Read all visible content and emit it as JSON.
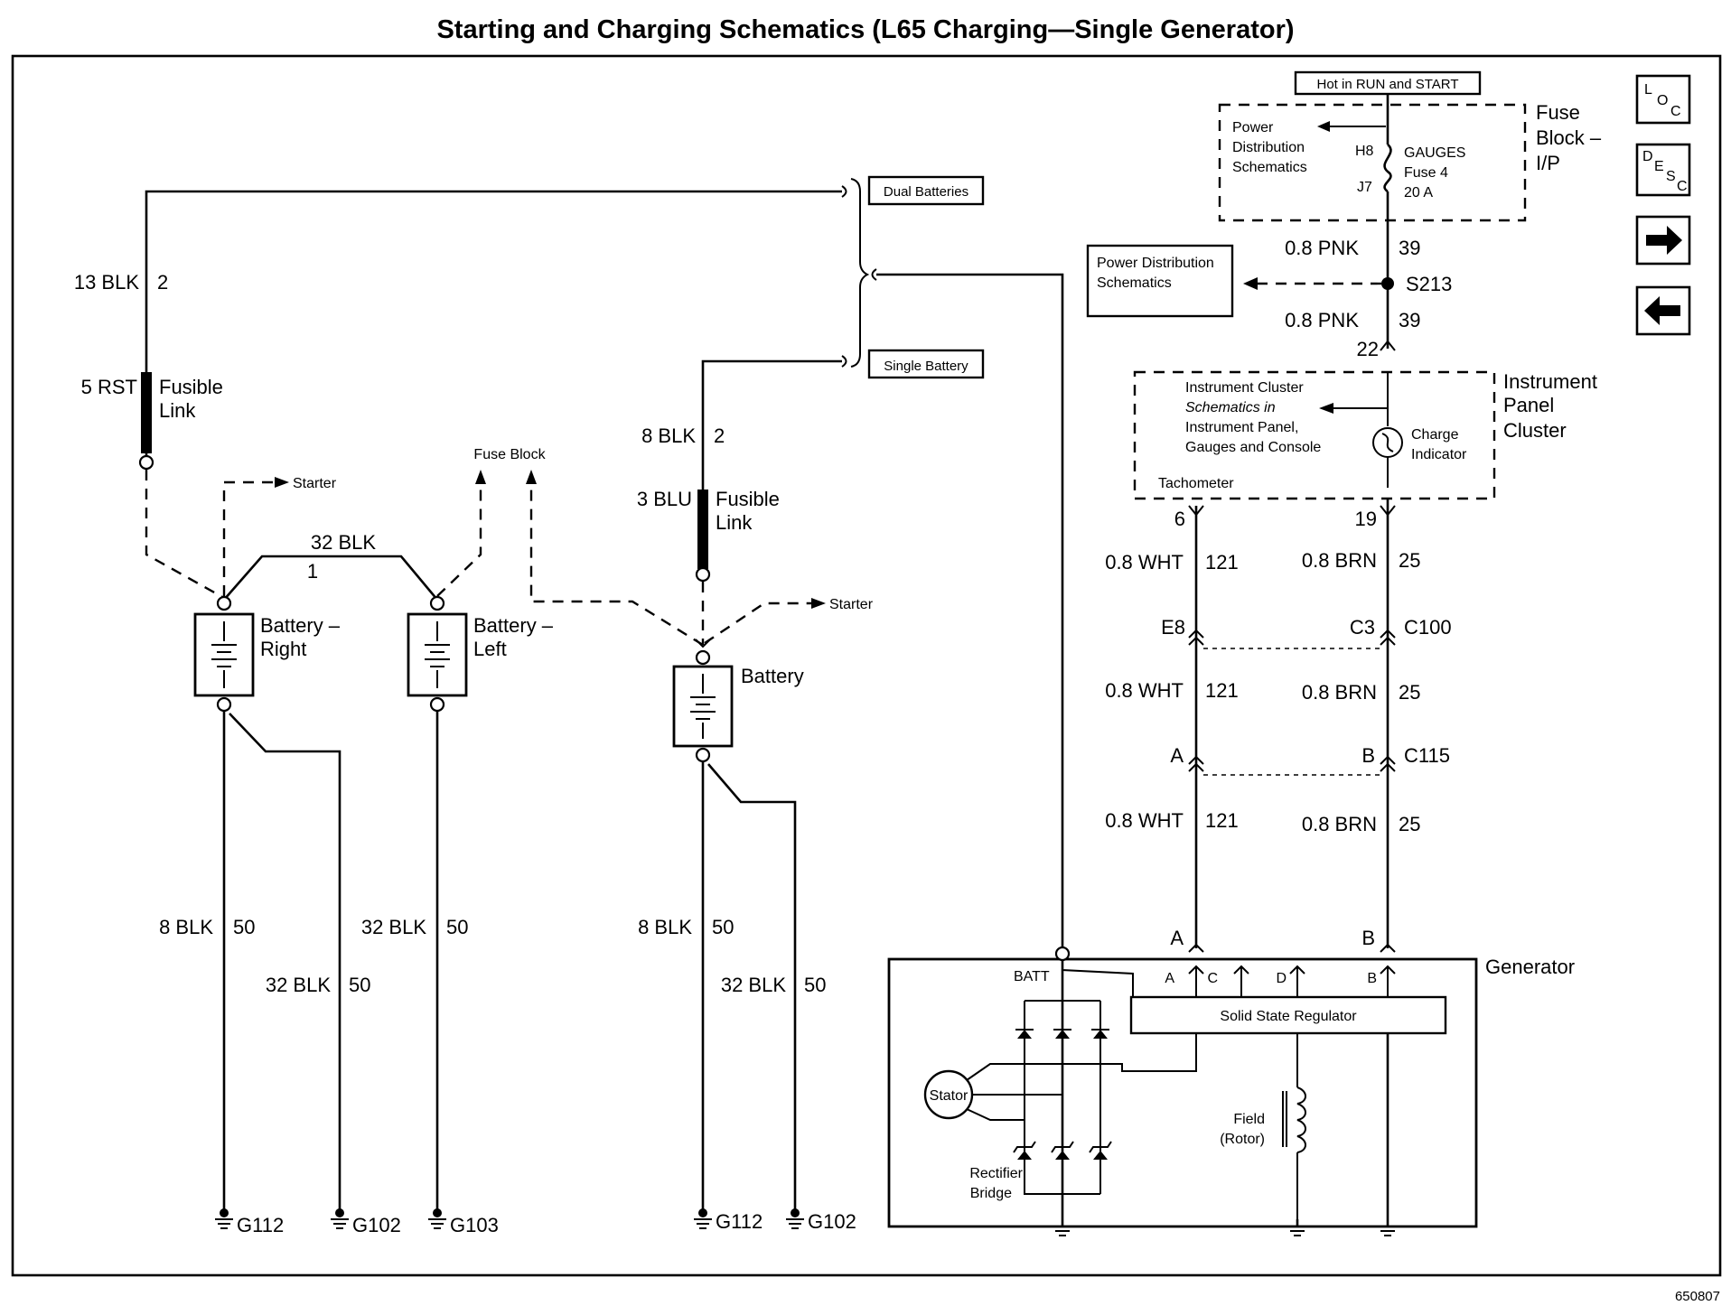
{
  "title": "Starting and Charging Schematics (L65 Charging—Single Generator)",
  "figure_number": "650807",
  "nav": {
    "loc": {
      "l1": "L",
      "l2": "O",
      "l3": "C"
    },
    "desc": {
      "l1": "D",
      "l2": "E",
      "l3": "S",
      "l4": "C"
    },
    "next": "→",
    "prev": "←"
  },
  "labels": {
    "hot_in_run": "Hot in RUN and START",
    "fuse_block_ip": [
      "Fuse",
      "Block –",
      "I/P"
    ],
    "power_dist_1": [
      "Power",
      "Distribution",
      "Schematics"
    ],
    "h8": "H8",
    "j7": "J7",
    "gauges_fuse": [
      "GAUGES",
      "Fuse 4",
      "20 A"
    ],
    "power_dist_2": [
      "Power Distribution",
      "Schematics"
    ],
    "pnk_top": "0.8 PNK",
    "circ_39a": "39",
    "s213": "S213",
    "pnk_bot": "0.8 PNK",
    "circ_39b": "39",
    "pin_22": "22",
    "ic_schematics": [
      "Instrument Cluster",
      "Schematics in",
      "Instrument Panel,",
      "Gauges and Console"
    ],
    "charge_indicator": [
      "Charge",
      "Indicator"
    ],
    "tachometer": "Tachometer",
    "ipc": [
      "Instrument",
      "Panel",
      "Cluster"
    ],
    "pin_6": "6",
    "pin_19": "19",
    "wht_1": "0.8 WHT",
    "c121_1": "121",
    "brn_1": "0.8 BRN",
    "c25_1": "25",
    "e8": "E8",
    "c3": "C3",
    "c100": "C100",
    "wht_2": "0.8 WHT",
    "c121_2": "121",
    "brn_2": "0.8 BRN",
    "c25_2": "25",
    "conn_a": "A",
    "conn_b": "B",
    "c115": "C115",
    "wht_3": "0.8 WHT",
    "c121_3": "121",
    "brn_3": "0.8 BRN",
    "c25_3": "25",
    "gen_a_top": "A",
    "gen_b_top": "B",
    "generator": "Generator",
    "batt": "BATT",
    "gen_pin_a": "A",
    "gen_pin_c": "C",
    "gen_pin_d": "D",
    "gen_pin_b": "B",
    "regulator": "Solid State Regulator",
    "stator": "Stator",
    "rectifier": [
      "Rectifier",
      "Bridge"
    ],
    "field": [
      "Field",
      "(Rotor)"
    ],
    "dual_batteries": "Dual Batteries",
    "single_battery": "Single Battery",
    "blk13": "13 BLK",
    "c2a": "2",
    "rst5": "5 RST",
    "fusible_a": [
      "Fusible",
      "Link"
    ],
    "starter_a": "Starter",
    "fuse_block": "Fuse Block",
    "blk32_top": "32 BLK",
    "c1": "1",
    "battery_right": [
      "Battery –",
      "Right"
    ],
    "battery_left": [
      "Battery –",
      "Left"
    ],
    "blk8_b": "8 BLK",
    "c2b": "2",
    "blu3": "3 BLU",
    "fusible_b": [
      "Fusible",
      "Link"
    ],
    "starter_b": "Starter",
    "battery": "Battery",
    "blk8_r": "8 BLK",
    "c50_r": "50",
    "blk32_r": "32 BLK",
    "c50_r2": "50",
    "blk32_l": "32 BLK",
    "c50_l": "50",
    "blk8_s": "8 BLK",
    "c50_s": "50",
    "blk32_s": "32 BLK",
    "c50_s2": "50",
    "g112_a": "G112",
    "g102_a": "G102",
    "g103": "G103",
    "g112_b": "G112",
    "g102_b": "G102"
  }
}
